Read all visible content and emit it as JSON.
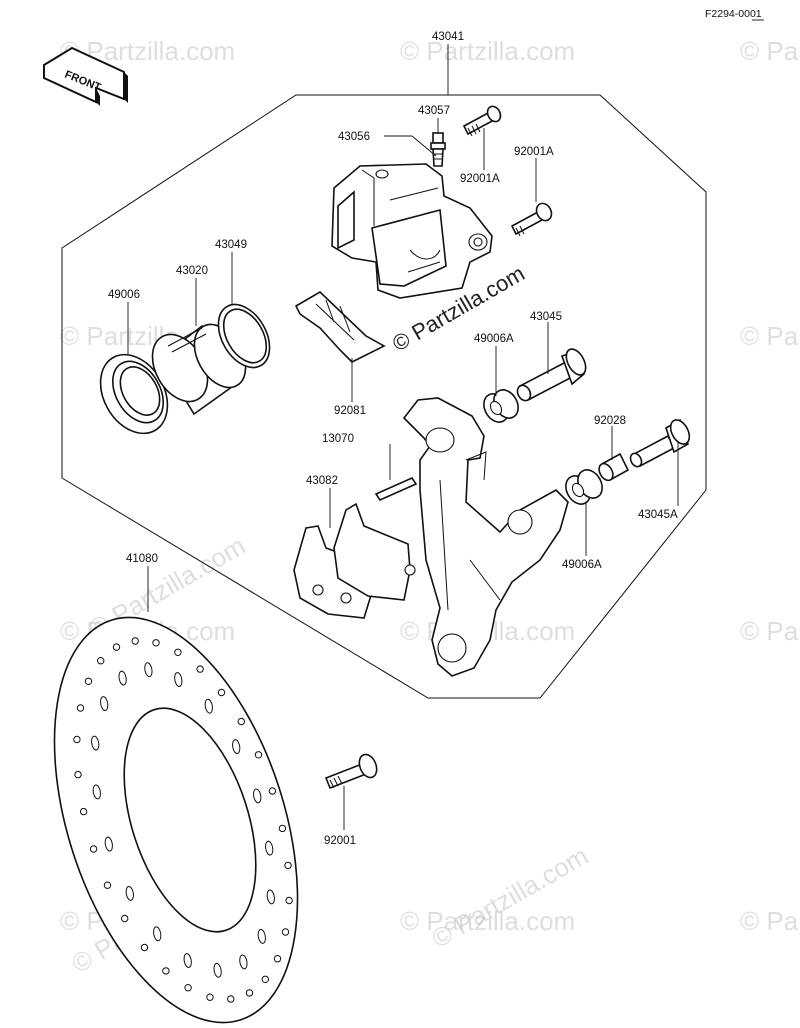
{
  "reference": "F2294-0001",
  "front_label": "FRONT",
  "watermark": "© Partzilla.com",
  "labels": {
    "p43041": "43041",
    "p43057": "43057",
    "p43056": "43056",
    "p92001A_top": "92001A",
    "p92001A_right": "92001A",
    "p43049": "43049",
    "p43020": "43020",
    "p49006": "49006",
    "p92081": "92081",
    "p43045": "43045",
    "p49006A_upper": "49006A",
    "p13070": "13070",
    "p92028": "92028",
    "p43082": "43082",
    "p43045A": "43045A",
    "p49006A_lower": "49006A",
    "p41080": "41080",
    "p92001": "92001"
  }
}
